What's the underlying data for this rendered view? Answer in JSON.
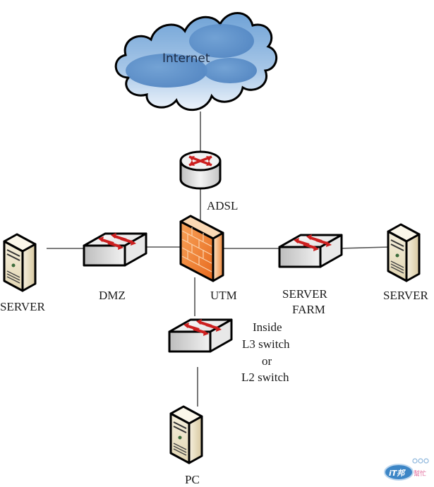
{
  "diagram": {
    "type": "network-topology",
    "nodes": {
      "internet": {
        "label": "Internet",
        "kind": "cloud"
      },
      "adsl": {
        "label": "ADSL",
        "kind": "router"
      },
      "utm": {
        "label": "UTM",
        "kind": "firewall"
      },
      "dmz": {
        "label": "DMZ",
        "kind": "switch"
      },
      "server_farm": {
        "label_line1": "SERVER",
        "label_line2": "FARM",
        "kind": "switch"
      },
      "inside_switch": {
        "label_line1": "Inside",
        "label_line2": "L3 switch",
        "label_line3": "or",
        "label_line4": "L2 switch",
        "kind": "switch"
      },
      "server_left": {
        "label": "SERVER",
        "kind": "server"
      },
      "server_right": {
        "label": "SERVER",
        "kind": "server"
      },
      "pc": {
        "label": "PC",
        "kind": "pc"
      }
    },
    "edges": [
      [
        "internet",
        "adsl"
      ],
      [
        "adsl",
        "utm"
      ],
      [
        "utm",
        "dmz"
      ],
      [
        "dmz",
        "server_left"
      ],
      [
        "utm",
        "server_farm"
      ],
      [
        "server_farm",
        "server_right"
      ],
      [
        "utm",
        "inside_switch"
      ],
      [
        "inside_switch",
        "pc"
      ]
    ],
    "colors": {
      "cloud": "#8fb8de",
      "firewall": "#f08a3a",
      "arrow": "#cc1f1f",
      "server": "#ece3c8"
    }
  },
  "watermark": {
    "text_main": "iT邦",
    "text_sub": "幫忙"
  }
}
